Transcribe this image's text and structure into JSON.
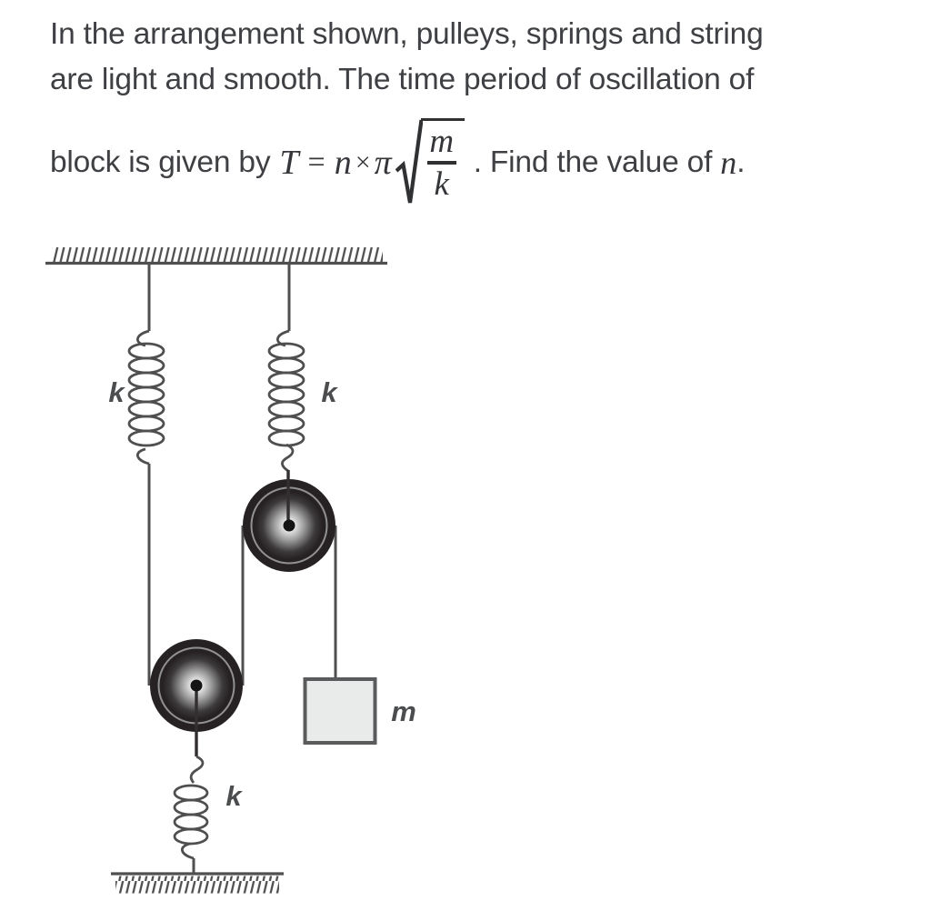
{
  "question": {
    "line1": "In the arrangement shown, pulleys, springs and string",
    "line2": "are light and smooth. The time period of oscillation of",
    "line3_prefix": "block is given by",
    "line3_suffix": ". Find the value of",
    "line3_var": "n",
    "line3_end": "."
  },
  "formula": {
    "lhs": "T",
    "equals": "=",
    "multiplier": "n",
    "times": "×",
    "pi": "π",
    "numerator": "m",
    "denominator": "k"
  },
  "diagram": {
    "label_left_spring": "k",
    "label_right_spring": "k",
    "label_bottom_spring": "k",
    "label_block": "m",
    "colors": {
      "line": "#4f4f4f",
      "pulley_rim": "#262223",
      "pulley_groove_ring": "#919191",
      "block_fill": "#e9eaea",
      "block_border": "#595b5d",
      "label": "#4b4d4f",
      "text": "#3e4043"
    }
  }
}
